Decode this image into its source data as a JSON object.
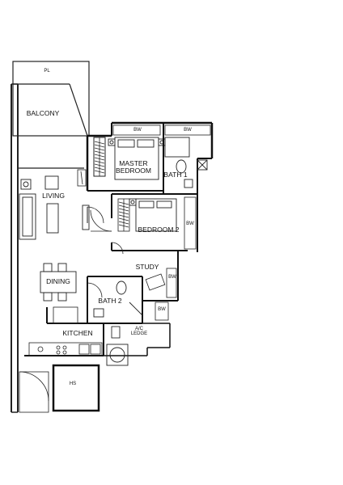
{
  "rooms": {
    "planter": "PL",
    "balcony": "BALCONY",
    "master_bedroom": "MASTER BEDROOM",
    "bath1": "BATH 1",
    "living": "LIVING",
    "bedroom2": "BEDROOM 2",
    "study": "STUDY",
    "dining": "DINING",
    "bath2": "BATH 2",
    "kitchen": "KITCHEN",
    "ac_ledge": "A/C LEDGE",
    "household_shelter": "HS"
  },
  "wardrobes": {
    "master_wardrobe_top": "BW",
    "bath1_top": "BW",
    "bedroom2_side": "BW",
    "study_side": "BW",
    "bath2_side": "BW"
  }
}
